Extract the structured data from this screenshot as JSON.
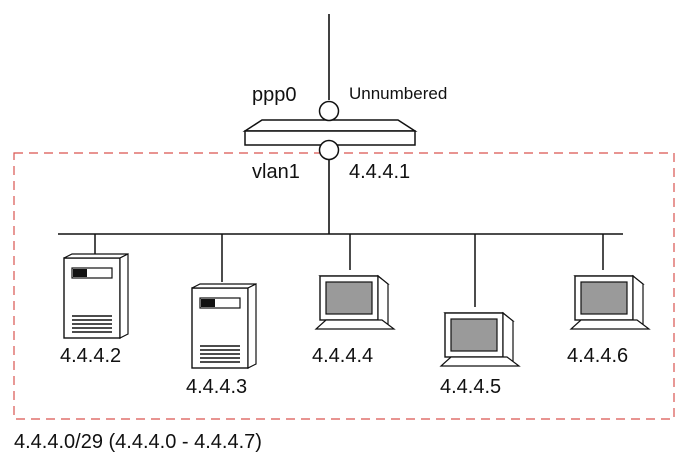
{
  "router": {
    "upstream_interface": "ppp0",
    "upstream_address": "Unnumbered",
    "lan_interface": "vlan1",
    "lan_address": "4.4.4.1"
  },
  "hosts": [
    {
      "label": "4.4.4.2",
      "kind": "server"
    },
    {
      "label": "4.4.4.3",
      "kind": "server"
    },
    {
      "label": "4.4.4.4",
      "kind": "workstation"
    },
    {
      "label": "4.4.4.5",
      "kind": "workstation"
    },
    {
      "label": "4.4.4.6",
      "kind": "workstation"
    }
  ],
  "subnet_label": "4.4.4.0/29 (4.4.4.0 - 4.4.4.7)",
  "colors": {
    "subnet_border": "#d9534f",
    "line": "#111111",
    "screen": "#9a9a9a",
    "device_fill": "#ffffff"
  }
}
